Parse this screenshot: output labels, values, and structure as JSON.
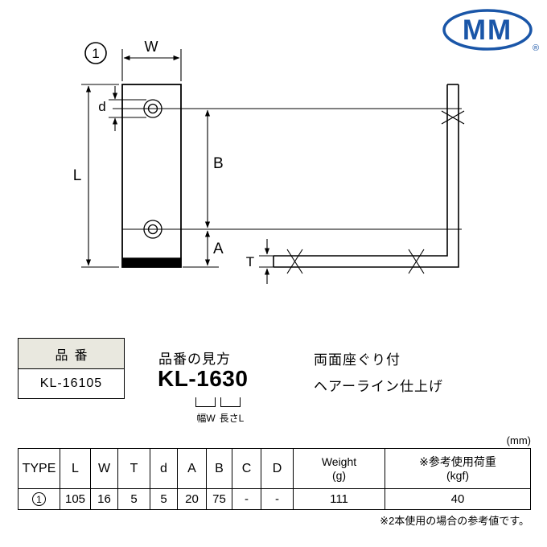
{
  "logo": {
    "text": "MM",
    "registered": "®",
    "color": "#1a56a8"
  },
  "drawing": {
    "figure_number": "1",
    "dim_w": "W",
    "dim_d": "d",
    "dim_l": "L",
    "dim_b": "B",
    "dim_a": "A",
    "dim_t": "T"
  },
  "part_number": {
    "header": "品番",
    "value": "KL-16105"
  },
  "code_guide": {
    "title": "品番の見方",
    "code": "KL-1630",
    "width_label": "幅W",
    "length_label": "長さL"
  },
  "finish": {
    "line1": "両面座ぐり付",
    "line2": "ヘアーライン仕上げ"
  },
  "spec_table": {
    "unit_label": "(mm)",
    "headers": {
      "type": "TYPE",
      "l": "L",
      "w": "W",
      "t": "T",
      "d": "d",
      "a": "A",
      "b": "B",
      "c": "C",
      "dd": "D",
      "weight_line1": "Weight",
      "weight_line2": "(g)",
      "load_line1": "※参考使用荷重",
      "load_line2": "(kgf)"
    },
    "row": {
      "type": "1",
      "l": "105",
      "w": "16",
      "t": "5",
      "d": "5",
      "a": "20",
      "b": "75",
      "c": "-",
      "dd": "-",
      "weight": "111",
      "load": "40"
    },
    "note": "※2本使用の場合の参考値です。"
  }
}
